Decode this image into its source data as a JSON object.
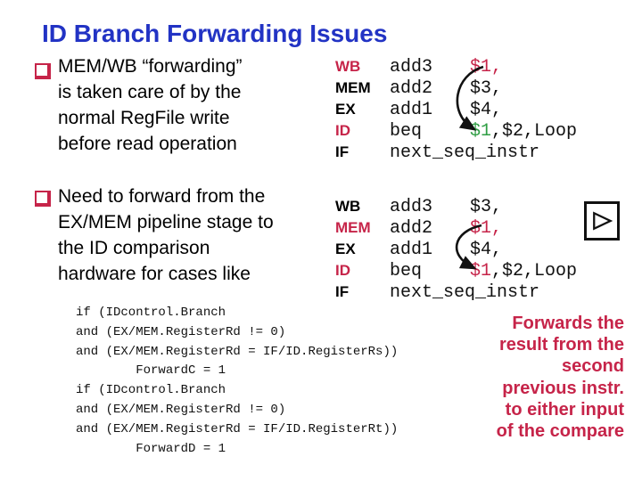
{
  "title": "ID Branch Forwarding Issues",
  "colors": {
    "title_blue": "#2233c4",
    "crimson_accent": "#c62449",
    "green_highlight": "#2f9e44",
    "text_black": "#111111"
  },
  "bullets": [
    {
      "lines": [
        "MEM/WB “forwarding”",
        "is taken care of by the",
        "normal RegFile write",
        "before read operation"
      ]
    },
    {
      "lines": [
        "Need to forward from the",
        "EX/MEM pipeline stage to",
        "the ID comparison",
        "hardware for cases like"
      ]
    }
  ],
  "pipeline_blocks": [
    {
      "rows": [
        {
          "stage": "WB",
          "instr": "add3",
          "op1": "$1,",
          "op2": ""
        },
        {
          "stage": "MEM",
          "instr": "add2",
          "op1": "$3,",
          "op2": ""
        },
        {
          "stage": "EX",
          "instr": "add1",
          "op1": "$4,",
          "op2": ""
        },
        {
          "stage": "ID",
          "instr": "beq",
          "op1": "$1",
          "op2": ",$2,Loop"
        },
        {
          "stage": "IF",
          "instr": "next_seq_instr",
          "op1": "",
          "op2": ""
        }
      ]
    },
    {
      "rows": [
        {
          "stage": "WB",
          "instr": "add3",
          "op1": "$3,",
          "op2": ""
        },
        {
          "stage": "MEM",
          "instr": "add2",
          "op1": "$1,",
          "op2": ""
        },
        {
          "stage": "EX",
          "instr": "add1",
          "op1": "$4,",
          "op2": ""
        },
        {
          "stage": "ID",
          "instr": "beq",
          "op1": "$1",
          "op2": ",$2,Loop"
        },
        {
          "stage": "IF",
          "instr": "next_seq_instr",
          "op1": "",
          "op2": ""
        }
      ]
    }
  ],
  "code_lines": [
    "if (IDcontrol.Branch",
    "and (EX/MEM.RegisterRd != 0)",
    "and (EX/MEM.RegisterRd = IF/ID.RegisterRs))",
    "        ForwardC = 1",
    "if (IDcontrol.Branch",
    "and (EX/MEM.RegisterRd != 0)",
    "and (EX/MEM.RegisterRd = IF/ID.RegisterRt))",
    "        ForwardD = 1"
  ],
  "note_lines": [
    "Forwards the",
    "result from the",
    "second",
    "previous instr.",
    "to either input",
    "of the compare"
  ],
  "icons": {
    "play_button": "play-triangle-icon",
    "bullet": "square-bullet-icon",
    "forward_arrow": "curved-forwarding-arrow-icon"
  }
}
